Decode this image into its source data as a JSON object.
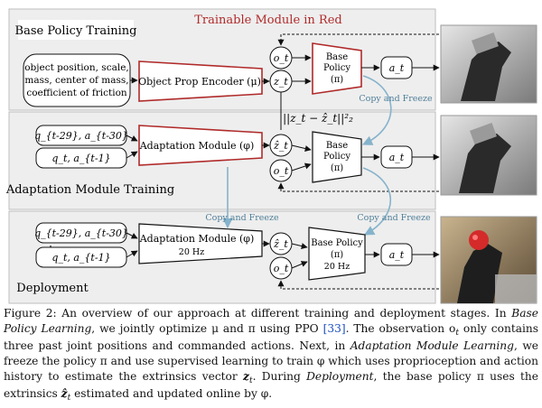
{
  "colors": {
    "trainable": "#b02a2a",
    "copy_arrow": "#86b3cc",
    "panel_bg": "#eeeeee",
    "panel_border": "#bdbdbd"
  },
  "header": {
    "trainable_note": "Trainable Module in Red"
  },
  "panels": {
    "base": {
      "title": "Base Policy Training"
    },
    "adaptation": {
      "title": "Adaptation Module Training"
    },
    "deployment": {
      "title": "Deployment"
    }
  },
  "inputs": {
    "env_params": [
      "object position, scale,",
      "mass, center of mass,",
      "coefficient of friction"
    ],
    "history_top": "q_{t-29}, a_{t-30}",
    "history_bottom": "q_t, a_{t-1}",
    "history_dots": "⋮"
  },
  "modules": {
    "encoder": "Object Prop Encoder (μ)",
    "adaptation": "Adaptation Module (φ)",
    "adaptation_rate": "20 Hz",
    "policy_line1": "Base",
    "policy_line2": "Policy",
    "policy_symbol": "(π)",
    "policy_inline": "Base Policy",
    "policy_rate": "20 Hz"
  },
  "signals": {
    "observation": "o_t",
    "extrinsics": "z_t",
    "extrinsics_estimate": "ẑ_t",
    "action": "a_t",
    "loss": "||z_t − ẑ_t||²₂"
  },
  "arrows": {
    "copy_freeze": "Copy and Freeze"
  },
  "caption": {
    "fig_label": "Figure 2:",
    "s1": " An overview of our approach at different training and deployment stages. In ",
    "s2": "Base Policy Learning",
    "s3": ", we jointly optimize μ and π using PPO ",
    "s4": "[33]",
    "s5": ". The observation o",
    "s6": " only contains three past joint positions and commanded actions. Next, in ",
    "s7": "Adaptation Module Learning",
    "s8": ", we freeze the policy π and use supervised learning to train φ which uses proprioception and action history to estimate the extrinsics vector ",
    "s9": "z",
    "s10": ". During ",
    "s11": "Deployment",
    "s12": ", the base policy π uses the extrinsics ",
    "s13": "ẑ",
    "s14": " estimated and updated online by φ."
  }
}
